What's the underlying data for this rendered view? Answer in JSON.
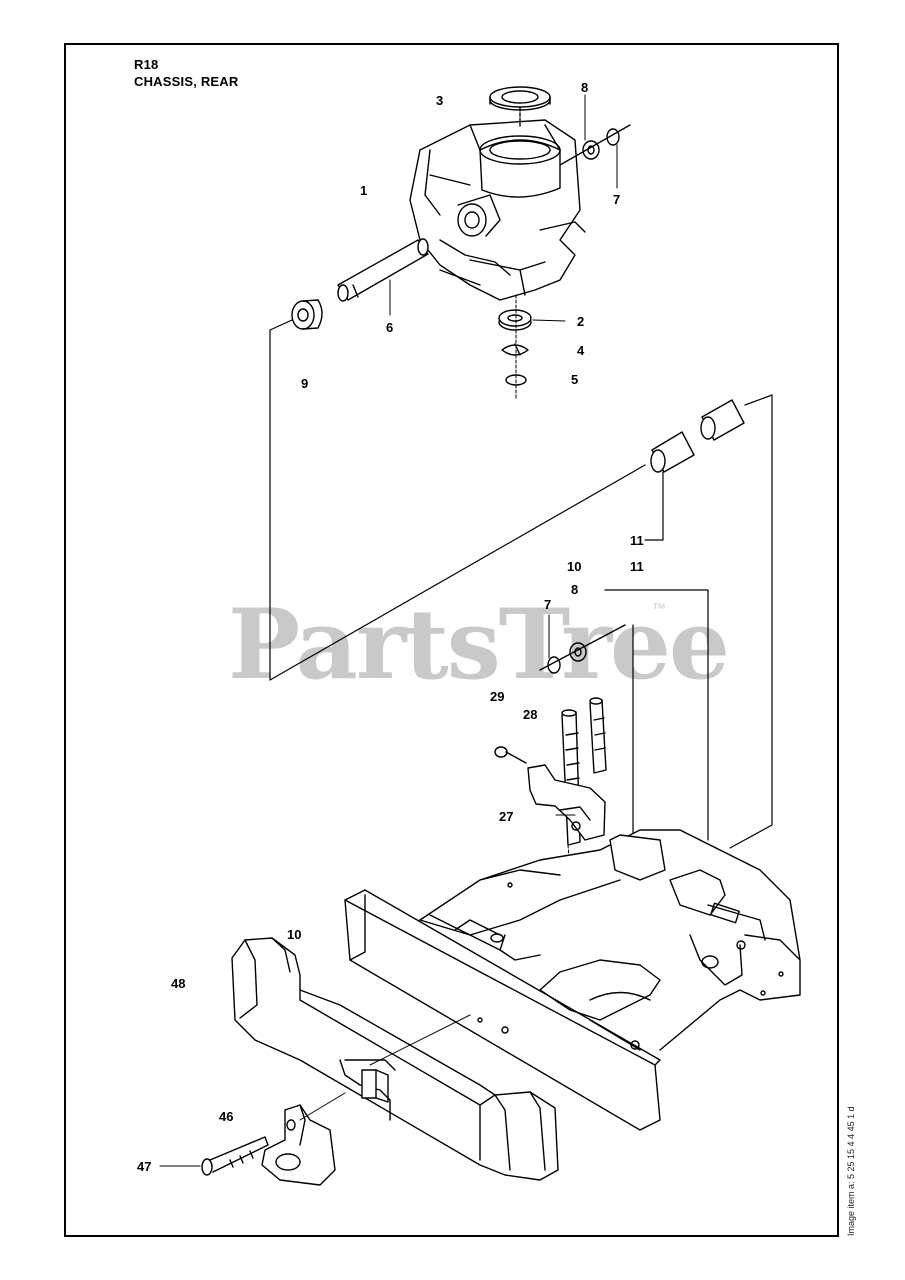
{
  "header": {
    "model": "R18",
    "section": "CHASSIS, REAR"
  },
  "watermark": {
    "brand": "PartsTree",
    "trademark": "™"
  },
  "side_code": "Image item a: 5 25 15 4 4 45 1 d",
  "callouts": [
    "1",
    "2",
    "3",
    "4",
    "5",
    "6",
    "7",
    "8",
    "9",
    "11",
    "10",
    "11",
    "8",
    "7",
    "29",
    "28",
    "27",
    "10",
    "48",
    "46",
    "47"
  ]
}
